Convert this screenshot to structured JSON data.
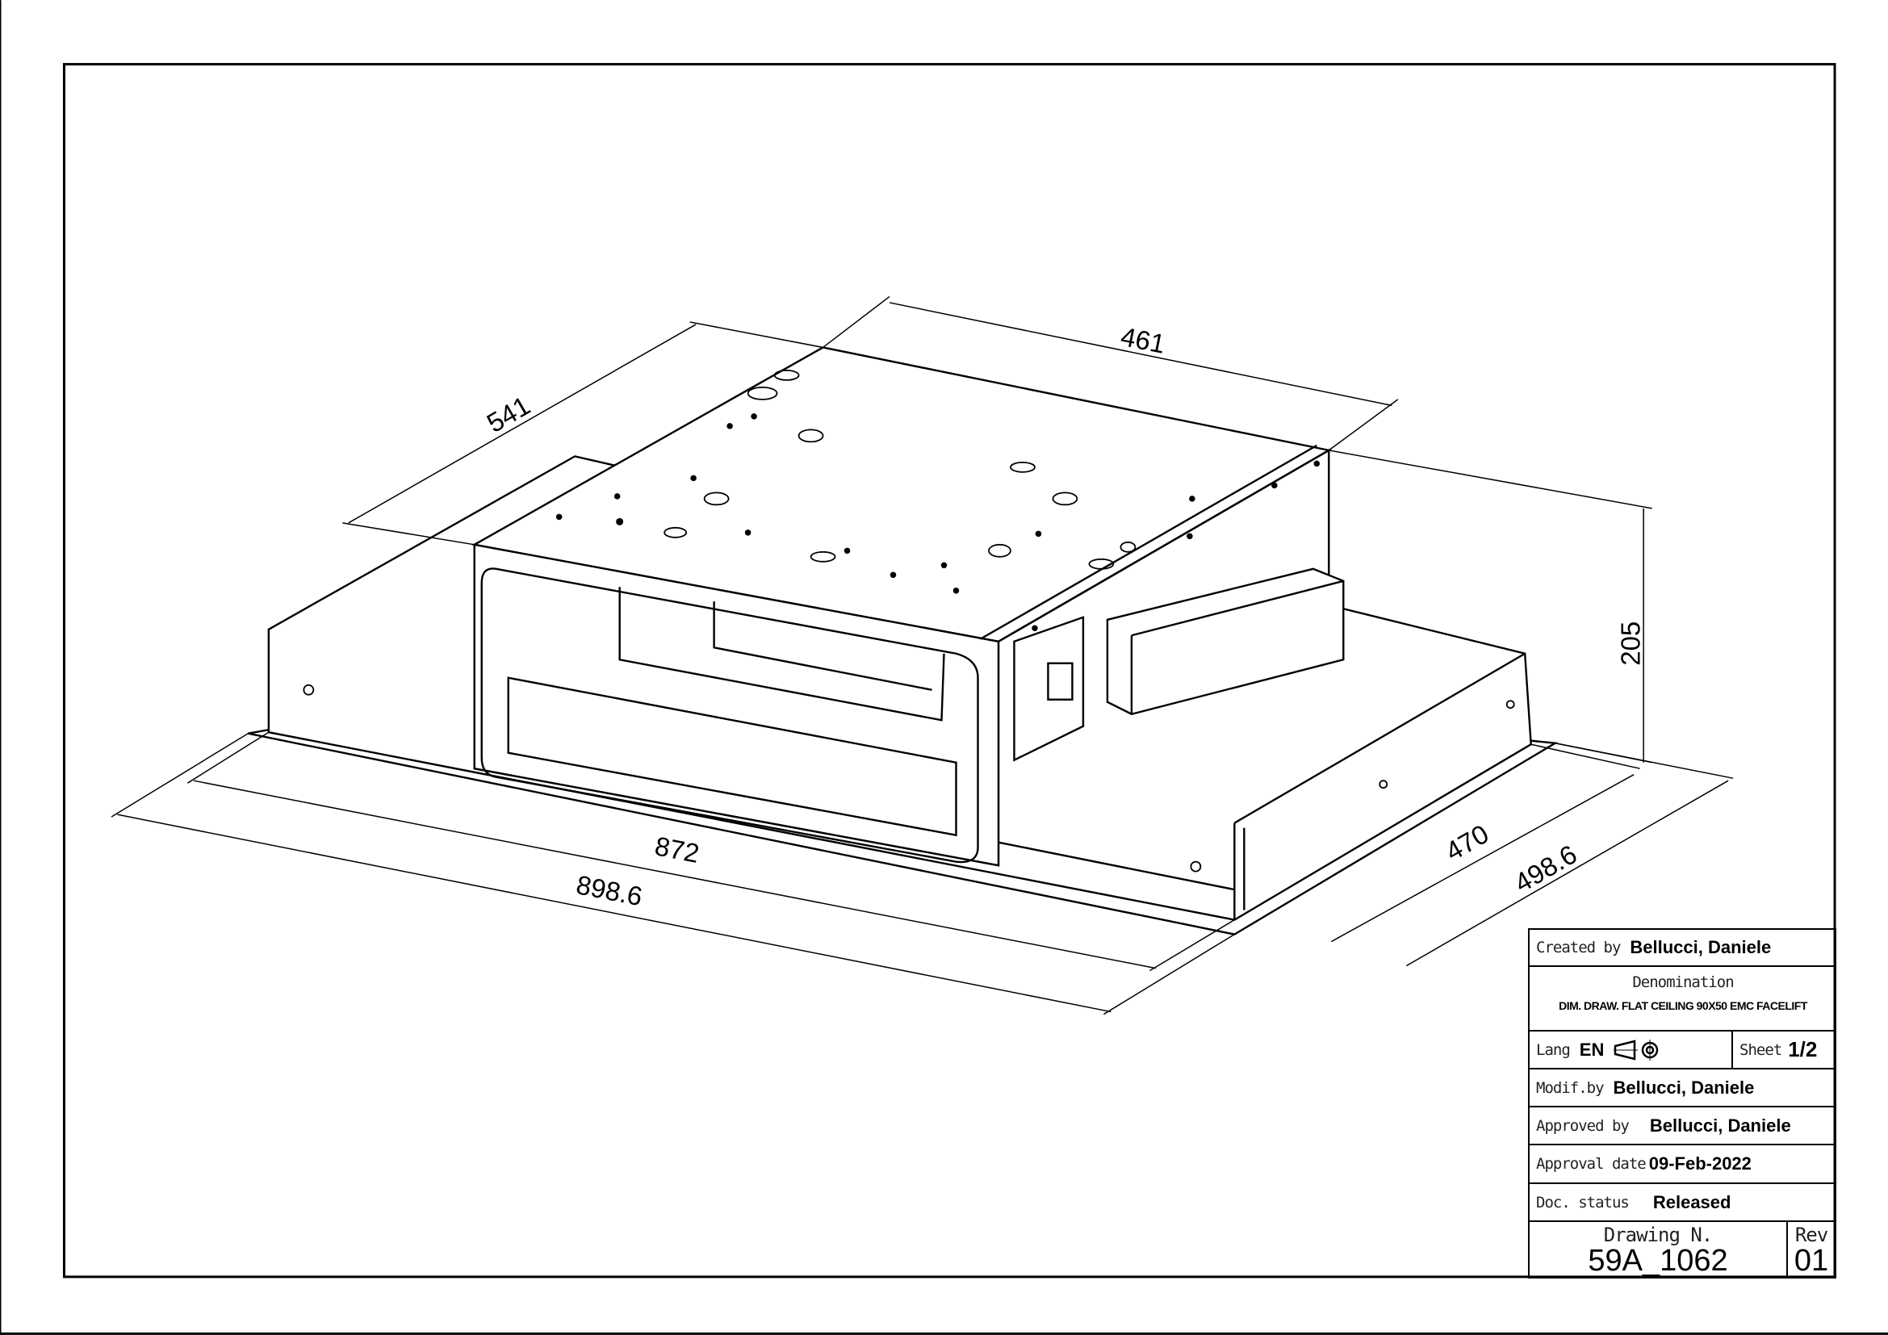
{
  "dimensions": {
    "top_width": "461",
    "top_depth": "541",
    "height": "205",
    "inner_length": "872",
    "outer_length": "898.6",
    "inner_depth": "470",
    "outer_depth": "498.6"
  },
  "title_block": {
    "created_by_label": "Created by",
    "created_by": "Bellucci,  Daniele",
    "denomination_label": "Denomination",
    "denomination": "DIM. DRAW. FLAT CEILING 90X50 EMC FACELIFT",
    "lang_label": "Lang",
    "lang": "EN",
    "sheet_label": "Sheet",
    "sheet": "1/2",
    "modif_by_label": "Modif.by",
    "modif_by": "Bellucci,  Daniele",
    "approved_by_label": "Approved by",
    "approved_by": "Bellucci, Daniele",
    "approval_date_label": "Approval date",
    "approval_date": "09-Feb-2022",
    "doc_status_label": "Doc. status",
    "doc_status": "Released",
    "drawing_n_label": "Drawing N.",
    "drawing_n": "59A_1062",
    "rev_label": "Rev",
    "rev": "01"
  }
}
